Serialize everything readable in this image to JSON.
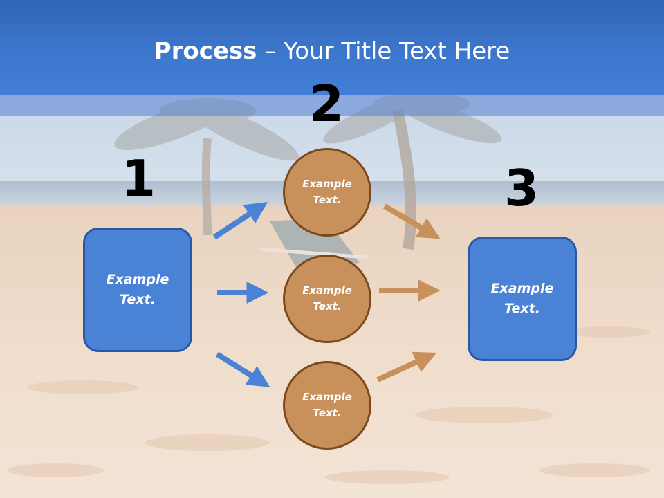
{
  "title": {
    "bold": "Process",
    "rest": " – Your Title Text Here"
  },
  "steps": {
    "n1": "1",
    "n2": "2",
    "n3": "3"
  },
  "boxes": {
    "left": "Example\nText.",
    "right": "Example\nText."
  },
  "circles": {
    "top": "Example\nText.",
    "middle": "Example\nText.",
    "bottom": "Example\nText."
  },
  "colors": {
    "header": "#3d78cf",
    "box_fill": "#4a82d6",
    "box_border": "#2b58a6",
    "circle_fill": "#c8905a",
    "circle_border": "#7a4a1e",
    "arrow_blue": "#4a82d6",
    "arrow_tan": "#c8905a"
  }
}
